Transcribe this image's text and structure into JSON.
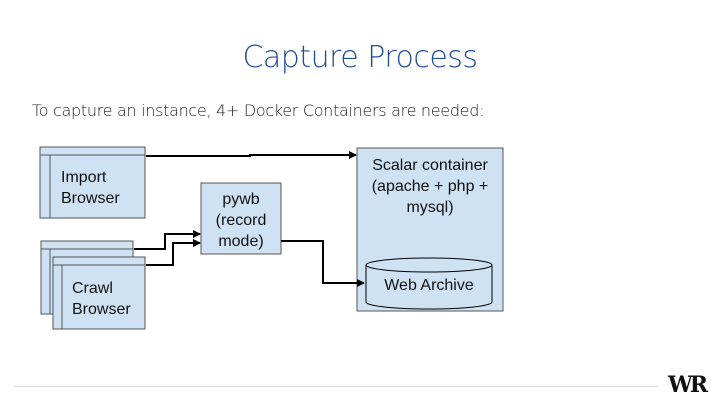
{
  "slide": {
    "title": "Capture Process",
    "subtitle": "To capture an instance, 4+ Docker Containers are needed:",
    "logo": "WR"
  },
  "diagram": {
    "import_browser": "Import\nBrowser",
    "crawl_browser": "Crawl\nBrowser",
    "pywb": "pywb\n(record\nmode)",
    "scalar_container": "Scalar container\n(apache + php +\nmysql)",
    "web_archive": "Web Archive"
  },
  "colors": {
    "box_fill": "#cfe2f3",
    "box_stroke": "#555555",
    "title": "#1f4e97",
    "arrow": "#000000"
  }
}
